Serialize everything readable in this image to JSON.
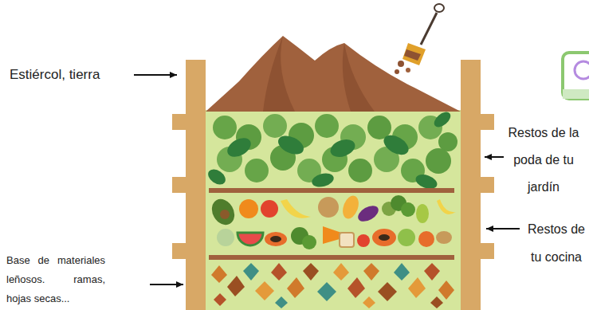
{
  "diagram": {
    "labels": [
      "Estiércol, tierra",
      "Restos de la poda de tu jardín",
      "Restos de tu cocina",
      "Base de materiales leñosos. ramas, hojas secas..."
    ]
  }
}
